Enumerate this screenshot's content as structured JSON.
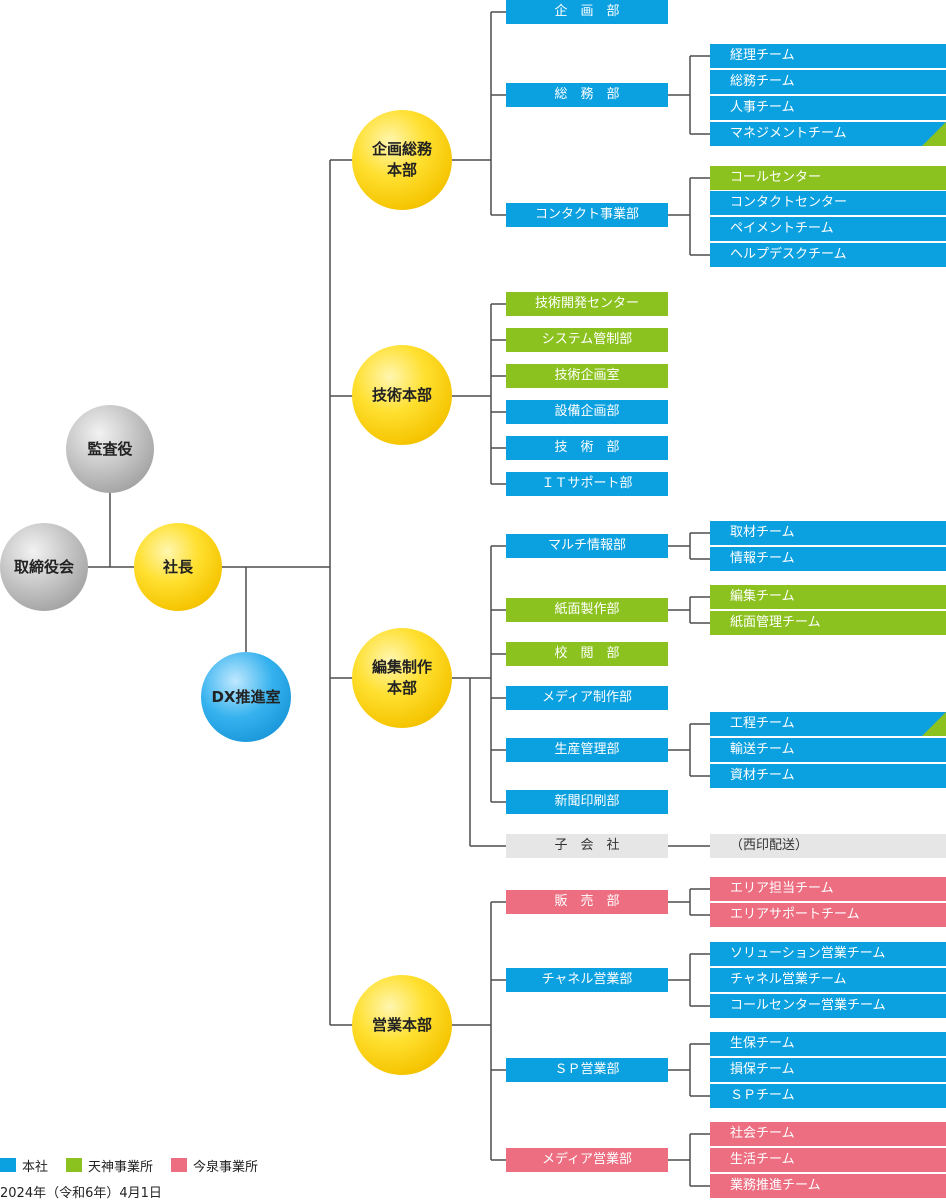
{
  "colors": {
    "honsha": "#0ba0e0",
    "tenjin": "#8cc21f",
    "imaizumi": "#ec6e80",
    "subsidiary": "#e6e6e6",
    "line": "#4d4d4d"
  },
  "nodes": {
    "kansayaku": "監査役",
    "torishimariyakukai": "取締役会",
    "shacho": "社長",
    "dx": "DX推進室",
    "kikaku_somu": "企画総務\n本部",
    "gijutsu": "技術本部",
    "henshu_seisaku": "編集制作\n本部",
    "eigyo": "営業本部"
  },
  "departments": {
    "kikaku": "企　画　部",
    "somu": "総　務　部",
    "contact": "コンタクト事業部",
    "gijutsu_kaihatsu": "技術開発センター",
    "system": "システム管制部",
    "gijutsu_kikaku": "技術企画室",
    "setsubi": "設備企画部",
    "gijutsubu": "技　術　部",
    "it": "ＩＴサポート部",
    "multi": "マルチ情報部",
    "shimen": "紙面製作部",
    "koetsu": "校　閲　部",
    "media_seisaku": "メディア制作部",
    "seisan": "生産管理部",
    "shinbun": "新聞印刷部",
    "kogaisha": "子　会　社",
    "hanbai": "販　売　部",
    "channel": "チャネル営業部",
    "sp": "ＳＰ営業部",
    "media_eigyo": "メディア営業部"
  },
  "teams": {
    "keiri": "経理チーム",
    "somu_team": "総務チーム",
    "jinji": "人事チーム",
    "management": "マネジメントチーム",
    "call_center": "コールセンター",
    "contact_center": "コンタクトセンター",
    "payment": "ペイメントチーム",
    "helpdesk": "ヘルプデスクチーム",
    "shuzai": "取材チーム",
    "joho": "情報チーム",
    "henshu": "編集チーム",
    "shimen_kanri": "紙面管理チーム",
    "koutei": "工程チーム",
    "yuso": "輸送チーム",
    "shizai": "資材チーム",
    "nishi_in": "（西印配送）",
    "area_tanto": "エリア担当チーム",
    "area_support": "エリアサポートチーム",
    "solution": "ソリューション営業チーム",
    "channel_eigyo": "チャネル営業チーム",
    "call_eigyo": "コールセンター営業チーム",
    "seiho": "生保チーム",
    "sonpo": "損保チーム",
    "sp_team": "ＳＰチーム",
    "shakai": "社会チーム",
    "seikatsu": "生活チーム",
    "gyomu_suishin": "業務推進チーム"
  },
  "legend": {
    "honsha": "本社",
    "tenjin": "天神事業所",
    "imaizumi": "今泉事業所"
  },
  "date": "2024年（令和6年）4月1日"
}
